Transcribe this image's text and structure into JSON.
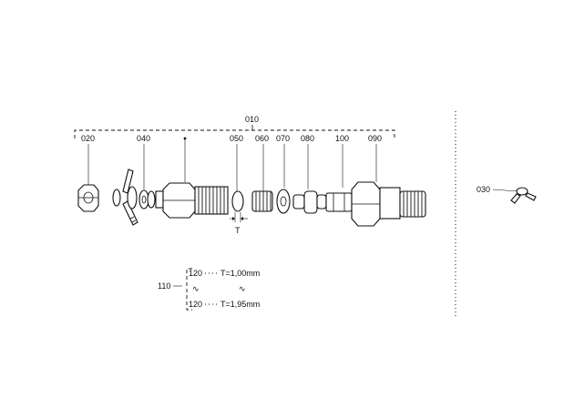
{
  "labels": {
    "assembly": "010",
    "nut": "020",
    "banjo_assembly": "040",
    "disc": "050",
    "spring_seat": "060",
    "spring": "070",
    "pin": "080",
    "sleeve": "100",
    "body": "090",
    "banjo_separate": "030",
    "thickness_symbol": "T"
  },
  "shim_table": {
    "ref": "110",
    "first_part": "120",
    "first_value": "T=1,00mm",
    "tilde_left": "∿",
    "tilde_right": "∿",
    "last_part": "120",
    "last_value": "T=1,95mm"
  }
}
